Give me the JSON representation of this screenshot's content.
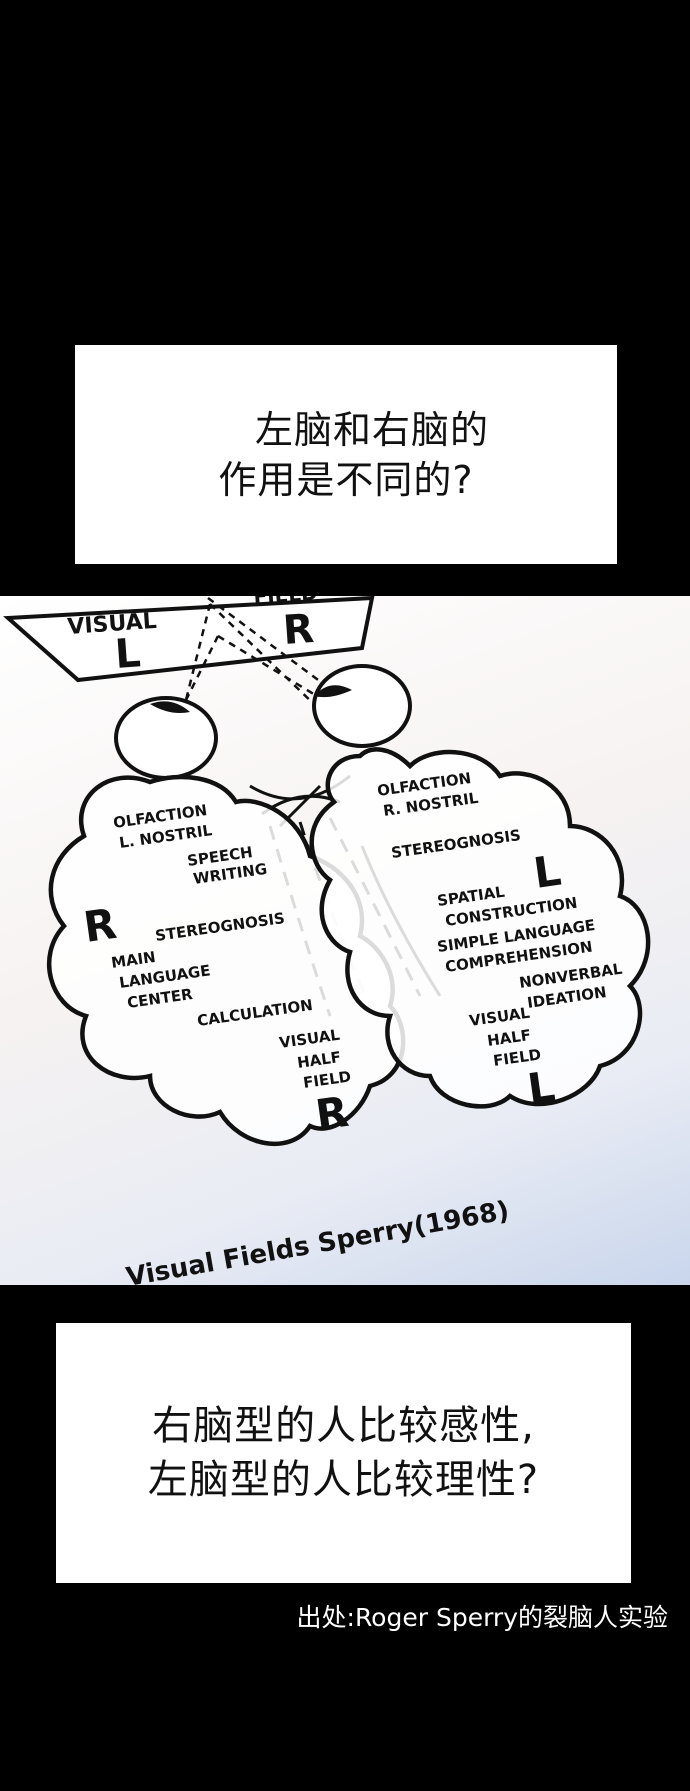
{
  "top_caption": {
    "line1": "左脑和右脑的",
    "line2": "作用是不同的?"
  },
  "figure": {
    "visual_box": {
      "visual": "VISUAL",
      "field": "FIELD",
      "left_letter": "L",
      "right_letter": "R"
    },
    "left_brain": {
      "big_letter": "R",
      "bottom_letter": "R",
      "labels": [
        "OLFACTION",
        "L. NOSTRIL",
        "SPEECH",
        "WRITING",
        "STEREOGNOSIS",
        "MAIN",
        "LANGUAGE",
        "CENTER",
        "CALCULATION",
        "VISUAL",
        "HALF",
        "FIELD"
      ]
    },
    "right_brain": {
      "top_letter": "L",
      "bottom_letter": "L",
      "labels": [
        "OLFACTION",
        "R. NOSTRIL",
        "STEREOGNOSIS",
        "SPATIAL",
        "CONSTRUCTION",
        "SIMPLE LANGUAGE",
        "COMPREHENSION",
        "NONVERBAL",
        "IDEATION",
        "VISUAL",
        "HALF",
        "FIELD"
      ]
    },
    "credit": "Visual Fields Sperry(1968)"
  },
  "bottom_caption": {
    "line1": "右脑型的人比较感性,",
    "line2": "左脑型的人比较理性?"
  },
  "source": "出处:Roger Sperry的裂脑人实验"
}
